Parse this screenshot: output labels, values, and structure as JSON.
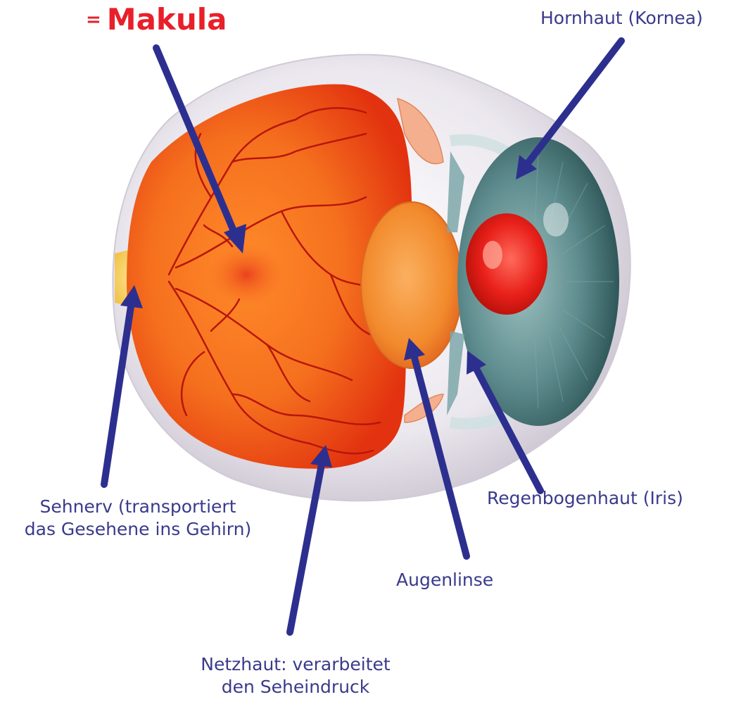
{
  "title": {
    "prefix": "=",
    "text": "Makula"
  },
  "labels": {
    "cornea": "Hornhaut (Kornea)",
    "iris": "Regenbogenhaut (Iris)",
    "optic_nerve_line1": "Sehnerv (transportiert",
    "optic_nerve_line2": "das Gesehene ins Gehirn)",
    "lens": "Augenlinse",
    "retina_line1": "Netzhaut: verarbeitet",
    "retina_line2": "den Seheindruck"
  },
  "colors": {
    "arrow": "#2d2f8f",
    "label_text": "#3a3a8c",
    "title": "#e8202a",
    "retina": "#f06a1c",
    "sclera": "#eae6ec",
    "iris": "#4f7f82",
    "lens": "#f28a2c",
    "vessel": "#b8160c"
  }
}
